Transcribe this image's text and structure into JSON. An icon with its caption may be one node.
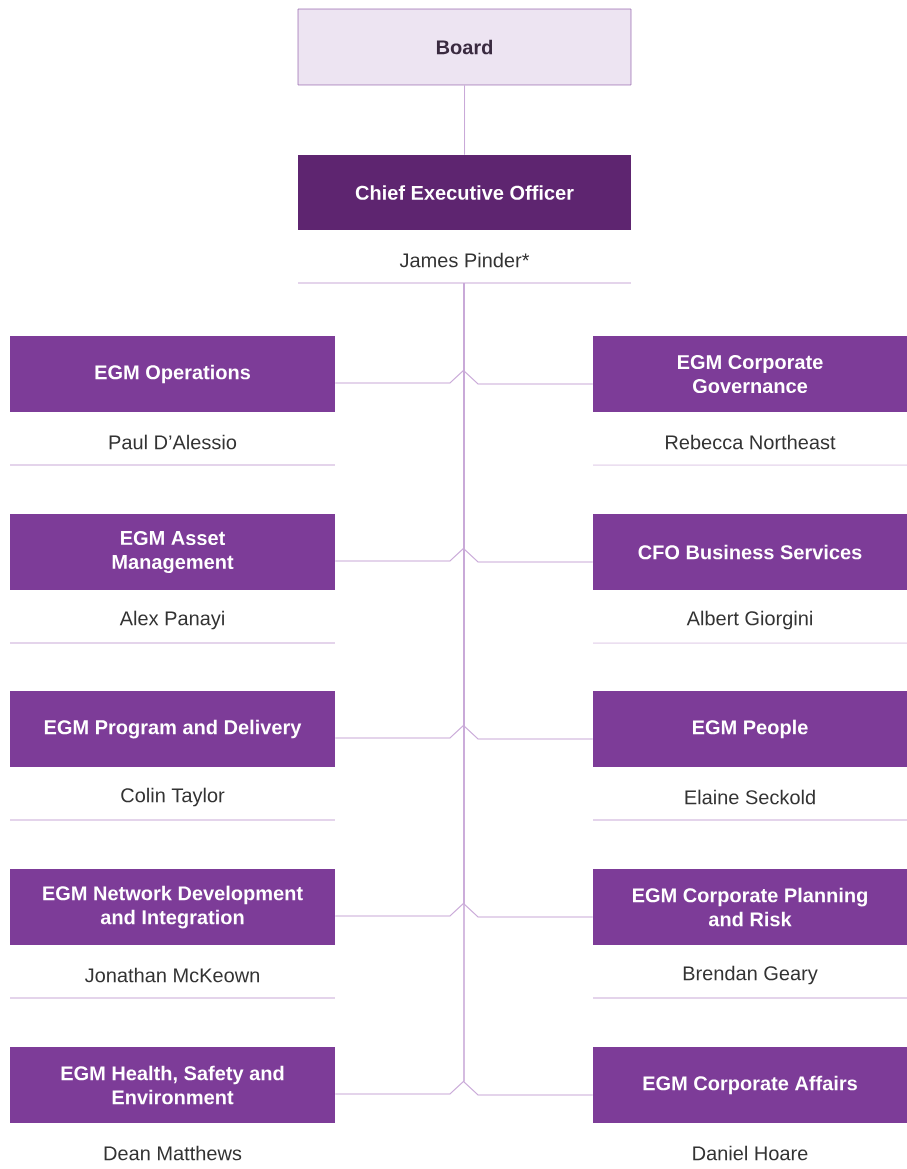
{
  "diagram": {
    "nodes": [
      {
        "text": [
          "Board"
        ]
      },
      {
        "text": [
          "Chief Executive Officer"
        ],
        "beside": [
          "James Pinder*"
        ]
      },
      {
        "text": [
          "EGM Operations"
        ],
        "beside": [
          "Paul D’Alessio"
        ]
      },
      {
        "text": [
          "EGM Corporate Governance"
        ],
        "beside": [
          "Rebecca Northeast"
        ]
      },
      {
        "text": [
          "EGM Asset Management"
        ],
        "beside": [
          "Alex Panayi"
        ]
      },
      {
        "text": [
          "CFO Business Services"
        ],
        "beside": [
          "Albert Giorgini"
        ]
      },
      {
        "text": [
          "EGM Program and Delivery"
        ],
        "beside": [
          "Colin Taylor"
        ]
      },
      {
        "text": [
          "EGM People"
        ],
        "beside": [
          "Elaine Seckold"
        ]
      },
      {
        "text": [
          "EGM Network Development and Integration"
        ],
        "beside": [
          "Jonathan McKeown"
        ]
      },
      {
        "text": [
          "EGM Corporate Planning and Risk"
        ],
        "beside": [
          "Brendan Geary"
        ]
      },
      {
        "text": [
          "EGM Health, Safety and Environment"
        ],
        "beside": [
          "Dean Matthews"
        ]
      },
      {
        "text": [
          "EGM Corporate Affairs"
        ],
        "beside": [
          "Daniel Hoare"
        ]
      }
    ],
    "edges": [
      {
        "from": 0,
        "to": 1,
        "arrow": "none"
      },
      {
        "from": 1,
        "to": 2,
        "arrow": "none"
      },
      {
        "from": 1,
        "to": 3,
        "arrow": "none"
      },
      {
        "from": 1,
        "to": 4,
        "arrow": "none"
      },
      {
        "from": 1,
        "to": 5,
        "arrow": "none"
      },
      {
        "from": 1,
        "to": 6,
        "arrow": "none"
      },
      {
        "from": 1,
        "to": 7,
        "arrow": "none"
      },
      {
        "from": 1,
        "to": 8,
        "arrow": "none"
      },
      {
        "from": 1,
        "to": 9,
        "arrow": "none"
      },
      {
        "from": 1,
        "to": 10,
        "arrow": "none"
      },
      {
        "from": 1,
        "to": 11,
        "arrow": "none"
      }
    ]
  }
}
